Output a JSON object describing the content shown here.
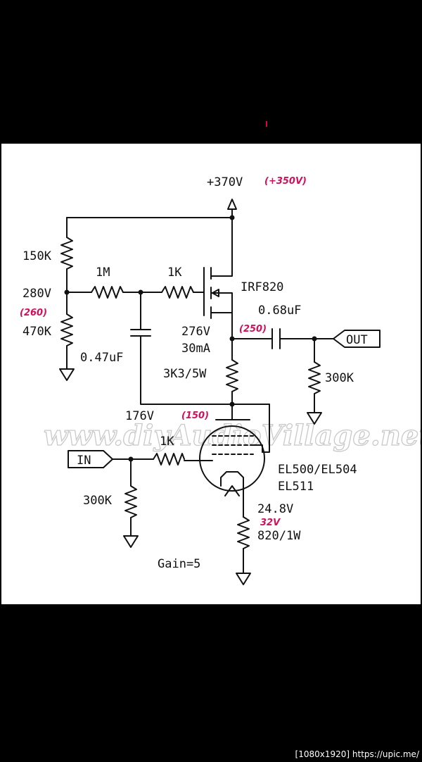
{
  "watermark": "www.diyAudioVillage.net",
  "supply": {
    "voltage": "+370V",
    "measured": "(+350V)"
  },
  "divider": {
    "r_top": "150K",
    "r_bottom": "470K",
    "node_voltage": "280V",
    "node_measured": "(260)"
  },
  "gate_network": {
    "r1": "1M",
    "r2": "1K",
    "cap": "0.47uF"
  },
  "mosfet": {
    "part": "IRF820"
  },
  "source_node": {
    "voltage": "276V",
    "current": "30mA",
    "measured": "(250)"
  },
  "coupling_cap": "0.68uF",
  "output": {
    "label": "OUT",
    "r_load": "300K"
  },
  "load_resistor": "3K3/5W",
  "plate_node": {
    "voltage": "176V",
    "measured": "(150)"
  },
  "input": {
    "label": "IN",
    "r_grid_stop": "1K",
    "r_grid_leak": "300K"
  },
  "tube": {
    "line1": "EL500/EL504",
    "line2": "EL511"
  },
  "cathode": {
    "voltage": "24.8V",
    "measured": "32V",
    "resistor": "820/1W"
  },
  "gain": "Gain=5",
  "footer": "[1080x1920] https://upic.me/"
}
